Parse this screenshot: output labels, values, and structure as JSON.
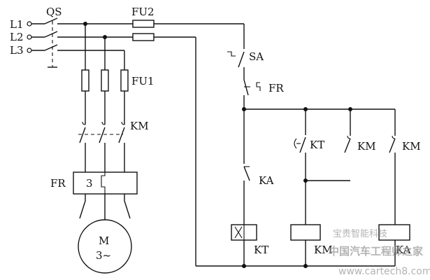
{
  "labels": {
    "l1": "L1",
    "l2": "L2",
    "l3": "L3",
    "qs": "QS",
    "fu1": "FU1",
    "fu2": "FU2",
    "km_main": "KM",
    "fr": "FR",
    "fr_count": "3",
    "motor_m": "M",
    "motor_phase": "3~",
    "sa": "SA",
    "fr_contact": "FR",
    "kt_contact": "KT",
    "km_contact_1": "KM",
    "km_contact_2": "KM",
    "ka_contact": "KA",
    "kt_coil": "KT",
    "km_coil": "KM",
    "ka_coil": "KA"
  },
  "watermark": {
    "line1": "中国汽车工程师之家",
    "line2": "www.cartech8.com",
    "line3": "宝贵智能科技"
  }
}
